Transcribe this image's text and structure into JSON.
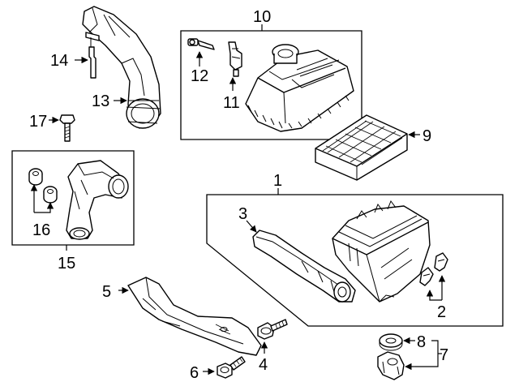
{
  "diagram": {
    "callouts": [
      {
        "id": "c1",
        "text": "1"
      },
      {
        "id": "c2",
        "text": "2"
      },
      {
        "id": "c3",
        "text": "3"
      },
      {
        "id": "c4",
        "text": "4"
      },
      {
        "id": "c5",
        "text": "5"
      },
      {
        "id": "c6",
        "text": "6"
      },
      {
        "id": "c7",
        "text": "7"
      },
      {
        "id": "c8",
        "text": "8"
      },
      {
        "id": "c9",
        "text": "9"
      },
      {
        "id": "c10",
        "text": "10"
      },
      {
        "id": "c11",
        "text": "11"
      },
      {
        "id": "c12",
        "text": "12"
      },
      {
        "id": "c13",
        "text": "13"
      },
      {
        "id": "c14",
        "text": "14"
      },
      {
        "id": "c15",
        "text": "15"
      },
      {
        "id": "c16",
        "text": "16"
      },
      {
        "id": "c17",
        "text": "17"
      }
    ]
  },
  "colors": {
    "ink": "#000000",
    "background": "#ffffff"
  }
}
